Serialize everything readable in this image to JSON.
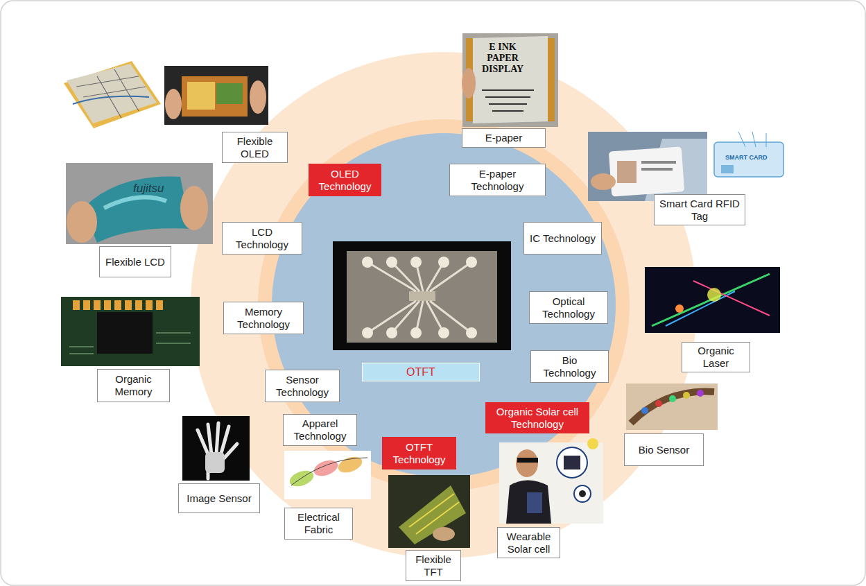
{
  "diagram": {
    "nodes": [
      {
        "text": [
          "E-paper"
        ]
      },
      {
        "text": [
          "Flexible OLED"
        ]
      },
      {
        "text": [
          "OLED Technology"
        ]
      },
      {
        "text": [
          "E-paper Technology"
        ]
      },
      {
        "text": [
          "Smart Card RFID Tag"
        ]
      },
      {
        "text": [
          "LCD Technology"
        ]
      },
      {
        "text": [
          "IC Technology"
        ]
      },
      {
        "text": [
          "Flexible LCD"
        ]
      },
      {
        "text": [
          "Memory Technology"
        ]
      },
      {
        "text": [
          "Optical Technology"
        ]
      },
      {
        "text": [
          "Organic Laser"
        ]
      },
      {
        "text": [
          "Bio Technology"
        ]
      },
      {
        "text": [
          "OTFT"
        ]
      },
      {
        "text": [
          "Organic Memory"
        ]
      },
      {
        "text": [
          "Sensor Technology"
        ]
      },
      {
        "text": [
          "Organic Solar cell Technology"
        ]
      },
      {
        "text": [
          "Apparel Technology"
        ]
      },
      {
        "text": [
          "Bio Sensor"
        ]
      },
      {
        "text": [
          "OTFT Technology"
        ]
      },
      {
        "text": [
          "Image Sensor"
        ]
      },
      {
        "text": [
          "Electrical Fabric"
        ]
      },
      {
        "text": [
          "Wearable Solar cell"
        ]
      },
      {
        "text": [
          "Flexible TFT"
        ]
      }
    ],
    "labels": [
      "E INK PAPER DISPLAY",
      "fujitsu",
      "SMART CARD"
    ]
  }
}
